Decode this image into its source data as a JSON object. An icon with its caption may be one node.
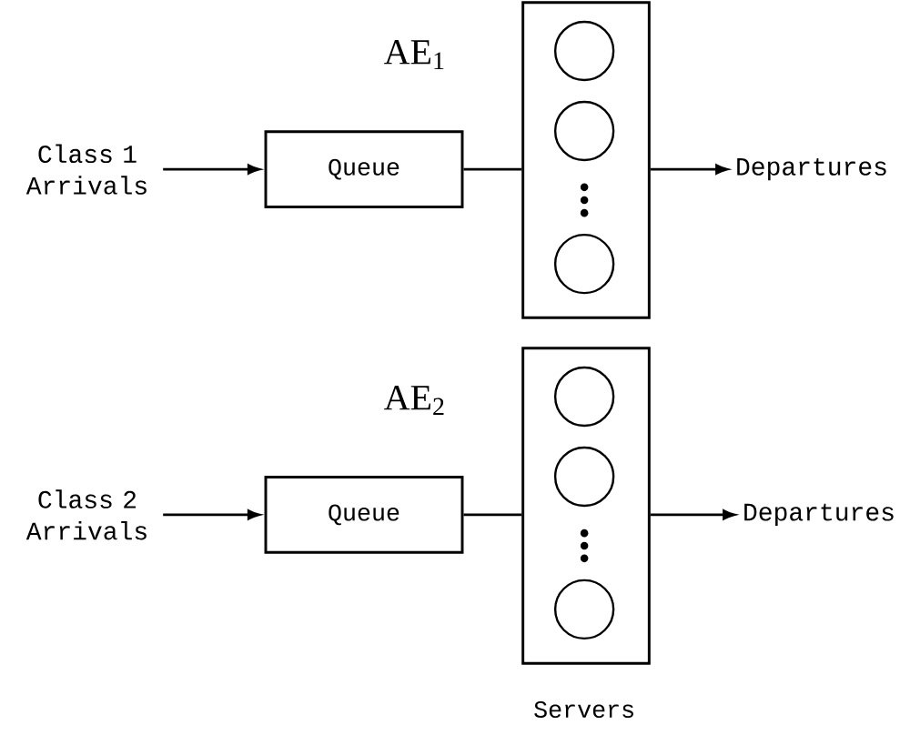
{
  "diagram": {
    "nodes": [
      {
        "text": [
          "Class 1 Arrivals"
        ]
      },
      {
        "text": [
          "Queue"
        ]
      },
      {
        "text": [
          "AE$_{1}$"
        ]
      },
      {
        "text": [],
        "shape": "circle",
        "in": 2
      },
      {
        "text": [],
        "shape": "circle",
        "in": 2
      },
      {
        "text": [],
        "shape": "circle",
        "in": 2
      },
      {
        "text": [
          "Departures"
        ]
      },
      {
        "text": [
          "Class 2 Arrivals"
        ]
      },
      {
        "text": [
          "Queue"
        ]
      },
      {
        "text": [
          "AE$_{2}$"
        ]
      },
      {
        "text": [],
        "shape": "circle",
        "in": 9
      },
      {
        "text": [],
        "shape": "circle",
        "in": 9
      },
      {
        "text": [],
        "shape": "circle",
        "in": 9
      },
      {
        "text": [
          "Departures"
        ]
      }
    ],
    "edges": [
      {
        "from": 0,
        "to": 1,
        "arrow": "to"
      },
      {
        "from": 1,
        "to": 2,
        "arrow": "none"
      },
      {
        "from": 2,
        "to": 6,
        "arrow": "to"
      },
      {
        "from": 7,
        "to": 8,
        "arrow": "to"
      },
      {
        "from": 8,
        "to": 9,
        "arrow": "none"
      },
      {
        "from": 9,
        "to": 13,
        "arrow": "to"
      }
    ],
    "labels": [
      "Servers"
    ]
  }
}
